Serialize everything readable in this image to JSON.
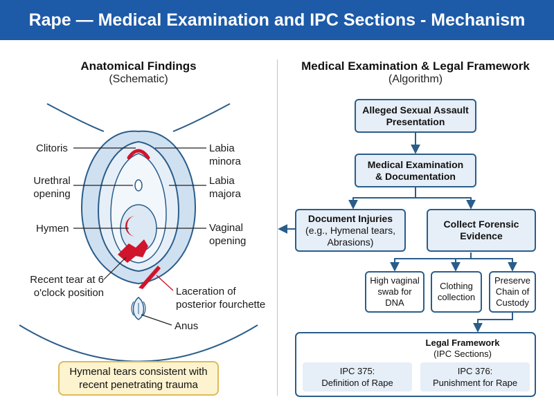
{
  "header": {
    "title": "Rape — Medical Examination and IPC Sections - Mechanism"
  },
  "left": {
    "title": "Anatomical Findings",
    "subtitle": "(Schematic)",
    "labels": {
      "clitoris": "Clitoris",
      "urethral": [
        "Urethral",
        "opening"
      ],
      "hymen": "Hymen",
      "recent_tear": [
        "Recent tear at 6",
        "o'clock position"
      ],
      "labia_minora": [
        "Labia",
        "minora"
      ],
      "labia_majora": [
        "Labia",
        "majora"
      ],
      "vaginal": [
        "Vaginal",
        "opening"
      ],
      "laceration": [
        "Laceration of",
        "posterior fourchette"
      ],
      "anus": "Anus"
    },
    "note": [
      "Hymenal tears consistent with",
      "recent penetrating trauma"
    ]
  },
  "right": {
    "title": "Medical Examination & Legal Framework",
    "subtitle": "(Algorithm)",
    "presentation": [
      "Alleged Sexual Assault",
      "Presentation"
    ],
    "exam": [
      "Medical Examination",
      "& Documentation"
    ],
    "injuries_title": "Document Injuries",
    "injuries_detail": [
      "(e.g., Hymenal tears,",
      "Abrasions)"
    ],
    "forensic": [
      "Collect Forensic",
      "Evidence"
    ],
    "swab": [
      "High vaginal",
      "swab for",
      "DNA"
    ],
    "clothing": [
      "Clothing",
      "collection"
    ],
    "custody": [
      "Preserve",
      "Chain of",
      "Custody"
    ],
    "legal_title": "Legal Framework",
    "legal_sub": "(IPC Sections)",
    "ipc375": [
      "IPC 375:",
      "Definition of Rape"
    ],
    "ipc376": [
      "IPC 376:",
      "Punishment for Rape"
    ]
  },
  "colors": {
    "header": "#1d5aa8",
    "box_border": "#2a5d8a",
    "box_fill": "#e6eef7",
    "injury_red": "#d0142b",
    "note_fill": "#fdf3cf"
  }
}
